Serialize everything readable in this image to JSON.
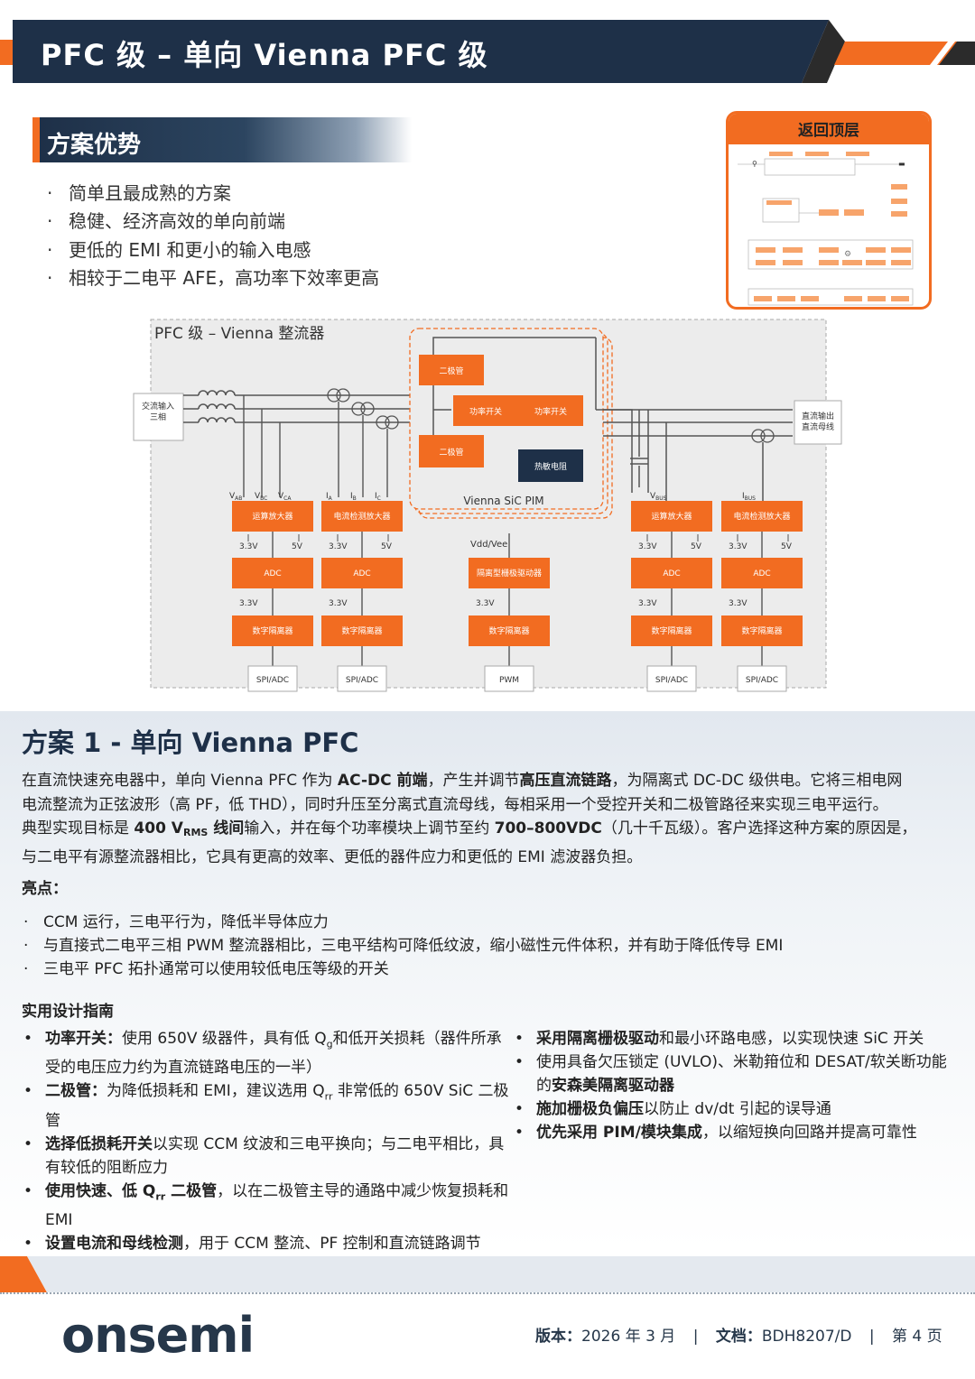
{
  "header": {
    "title": "PFC 级 – 单向 Vienna PFC 级"
  },
  "advantages": {
    "title": "方案优势",
    "items": [
      "简单且最成熟的方案",
      "稳健、经济高效的单向前端",
      "更低的 EMI 和更小的输入电感",
      "相较于二电平 AFE，高功率下效率更高"
    ]
  },
  "back_to_top": {
    "label": "返回顶层"
  },
  "diagram": {
    "title": "PFC 级 – Vienna 整流器",
    "ac_input": [
      "交流输入",
      "三相"
    ],
    "dc_output": [
      "直流输出",
      "直流母线"
    ],
    "diode": "二极管",
    "power_switch": "功率开关",
    "thermistor": "热敏电阻",
    "pim_label": "Vienna SiC PIM",
    "v_labels": [
      "V",
      "V",
      "V"
    ],
    "v_subs": [
      "AB",
      "BC",
      "CA"
    ],
    "i_labels": [
      "I",
      "I",
      "I"
    ],
    "i_subs": [
      "A",
      "B",
      "C"
    ],
    "vbus": "V",
    "vbus_sub": "BUS",
    "ibus": "I",
    "ibus_sub": "BUS",
    "op_amp": "运算放大器",
    "current_amp": "电流检测放大器",
    "adc": "ADC",
    "digital_isolator": "数字隔离器",
    "iso_gate_driver": "隔离型栅极驱动器",
    "v33": "3.3V",
    "v5": "5V",
    "vddvee": "Vdd/Vee",
    "spi_adc": "SPI/ADC",
    "pwm": "PWM"
  },
  "solution": {
    "title": "方案 1 - 单向 Vienna PFC",
    "p1a": "在直流快速充电器中，单向 Vienna PFC 作为 ",
    "p1b": "AC-DC 前端",
    "p1c": "，产生并调节",
    "p1d": "高压直流链路",
    "p1e": "，为隔离式 DC-DC 级供电。它将三相电网",
    "p2": "电流整流为正弦波形（高 PF，低 THD），同时升压至分离式直流母线，每相采用一个受控开关和二极管路径来实现三电平运行。",
    "p3a": "典型实现目标是 ",
    "p3b": "400 V",
    "p3sub": "RMS",
    "p3c": " 线间",
    "p3d": "输入，并在每个功率模块上调节至约 ",
    "p3e": "700–800VDC",
    "p3f": "（几十千瓦级）。客户选择这种方案的原因是，",
    "p4": "与二电平有源整流器相比，它具有更高的效率、更低的器件应力和更低的 EMI 滤波器负担。"
  },
  "highlights": {
    "title": "亮点：",
    "items": [
      "CCM 运行，三电平行为，降低半导体应力",
      "与直接式二电平三相 PWM 整流器相比，三电平结构可降低纹波，缩小磁性元件体积，并有助于降低传导 EMI",
      "三电平 PFC 拓扑通常可以使用较低电压等级的开关"
    ]
  },
  "guide": {
    "title": "实用设计指南",
    "l1b": "功率开关：",
    "l1a": "使用 650V 级器件，具有低 Q",
    "l1s": "g",
    "l1c": "和低开关损耗（器件所承受的电压应力约为直流链路电压的一半）",
    "l2b": "二极管：",
    "l2a": "为降低损耗和 EMI，建议选用 Q",
    "l2s": "rr",
    "l2c": " 非常低的 650V SiC 二极管",
    "l3b": "选择低损耗开关",
    "l3a": "以实现 CCM 纹波和三电平换向；与二电平相比，具有较低的阻断应力",
    "l4b": "使用快速、低 Q",
    "l4s": "rr",
    "l4b2": " 二极管",
    "l4a": "，以在二极管主导的通路中减少恢复损耗和 EMI",
    "l5b": "设置电流和母线检测",
    "l5a": "，用于 CCM 整流、PF 控制和直流链路调节",
    "r1b": "采用隔离栅极驱动",
    "r1a": "和最小环路电感，以实现快速 SiC 开关",
    "r2a": "使用具备欠压锁定 (UVLO)、米勒箝位和 DESAT/软关断功能的",
    "r2b": "安森美隔离驱动器",
    "r3b": "施加栅极负偏压",
    "r3a": "以防止 dv/dt 引起的误导通",
    "r4b": "优先采用 PIM/模块集成",
    "r4a": "，以缩短换向回路并提高可靠性"
  },
  "footer": {
    "logo": "onsemi",
    "version_label": "版本：",
    "version": "2026 年 3 月",
    "doc_label": "文档：",
    "doc": "BDH8207/D",
    "page": "第 4 页",
    "sep": "|"
  },
  "colors": {
    "orange": "#f26c21",
    "navy": "#1e3048",
    "dark": "#2b2b2b"
  }
}
